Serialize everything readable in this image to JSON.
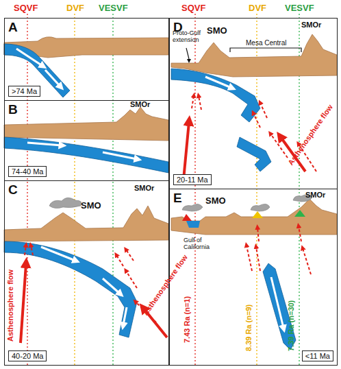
{
  "diagram": {
    "nodes": [
      {
        "text": [
          "A",
          ">74 Ma"
        ]
      },
      {
        "text": [
          "B",
          "74-40 Ma"
        ]
      },
      {
        "text": [
          "C",
          "40-20 Ma"
        ]
      },
      {
        "text": [
          "D",
          "20-11 Ma"
        ]
      },
      {
        "text": [
          "E",
          "<11 Ma"
        ]
      }
    ],
    "labels": [
      "SQVF",
      "DVF",
      "VESVF",
      "SQVF",
      "DVF",
      "VESVF",
      "SMOr",
      "SMO",
      "SMOr",
      "Asthenosphere flow",
      "Asthenosphere flow",
      "Proto-Gulf extension",
      "SMO",
      "Mesa Central",
      "SMOr",
      "Asthenosphere flow",
      "SMO",
      "SMOr",
      "Gulf of California",
      "7.43 Ra (n=1)",
      "8.39 Ra (n=9)",
      "7.39 Ra (n=30)"
    ]
  }
}
